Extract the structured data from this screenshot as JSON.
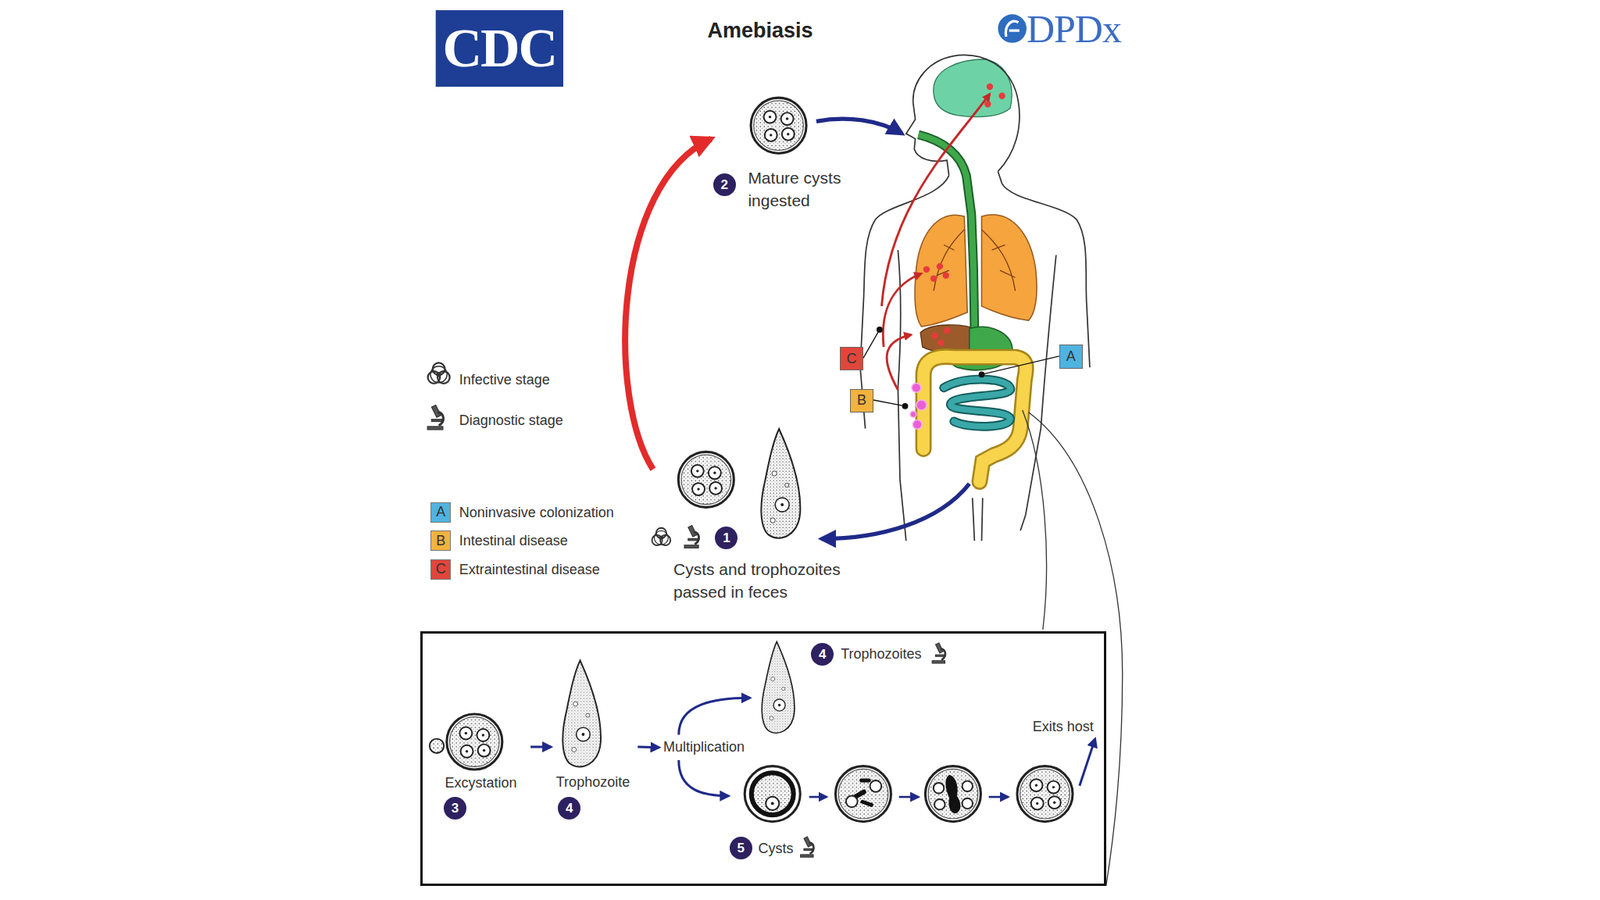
{
  "diagram": {
    "title": "Amebiasis",
    "nodes": [
      {
        "text": [
          "2",
          "Mature cysts ingested"
        ]
      },
      {
        "text": [
          "C"
        ]
      },
      {
        "text": [
          "A"
        ]
      },
      {
        "text": [
          "B"
        ]
      },
      {
        "text": [
          "1",
          "Cysts and trophozoites passed in feces"
        ]
      },
      {
        "text": []
      },
      {
        "text": [
          "Excystation",
          "3"
        ],
        "in": 5
      },
      {
        "text": [
          "Trophozoite",
          "4"
        ],
        "in": 5
      },
      {
        "text": [
          "Multiplication"
        ],
        "in": 5
      },
      {
        "text": [
          "4",
          "Trophozoites"
        ],
        "in": 5
      },
      {
        "text": [
          "5",
          "Cysts"
        ],
        "in": 5
      },
      {
        "text": [
          "Exits host"
        ],
        "in": 5
      }
    ],
    "edges": [
      {
        "from": 4,
        "to": 0,
        "arrow": "to"
      },
      {
        "from": 6,
        "to": 7,
        "arrow": "to"
      },
      {
        "from": 7,
        "to": 8,
        "arrow": "to"
      },
      {
        "from": 8,
        "to": 9,
        "arrow": "to"
      },
      {
        "from": 8,
        "to": 10,
        "arrow": "to"
      },
      {
        "from": 10,
        "to": 11,
        "arrow": "to"
      }
    ],
    "labels": [
      "CDC",
      "DPDx",
      "A",
      "B",
      "C"
    ],
    "legend": [
      {
        "text": "Infective stage"
      },
      {
        "text": "Diagnostic stage"
      },
      {
        "text": "Noninvasive colonization",
        "color": "#4fb3e0"
      },
      {
        "text": "Intestinal disease",
        "color": "#f2b33d"
      },
      {
        "text": "Extraintestinal disease",
        "color": "#e2453b"
      }
    ]
  }
}
